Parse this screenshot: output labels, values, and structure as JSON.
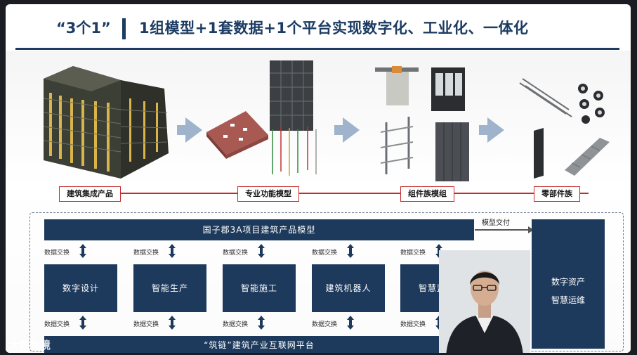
{
  "slide": {
    "title_quote": "“3个1”",
    "title_main": "1组模型+1套数据+1个平台实现数字化、工业化、一体化"
  },
  "stages": [
    "建筑集成产品",
    "专业功能模型",
    "组件族模组",
    "零部件族"
  ],
  "diagram": {
    "model_bar": "国子郡3A项目建筑产品模型",
    "delivery_label": "模型交付",
    "asset_box": [
      "数字资产",
      "智慧运维"
    ],
    "exchange_label": "数据交换",
    "modules": [
      "数字设计",
      "智能生产",
      "智能施工",
      "建筑机器人",
      "智慧监管"
    ],
    "platform_bar": "“筑链”建筑产业互联网平台"
  },
  "watermark": "大数跨境",
  "colors": {
    "navy": "#1d3a5c",
    "red": "#c62a2a",
    "arrow": "#9fb3cc"
  }
}
